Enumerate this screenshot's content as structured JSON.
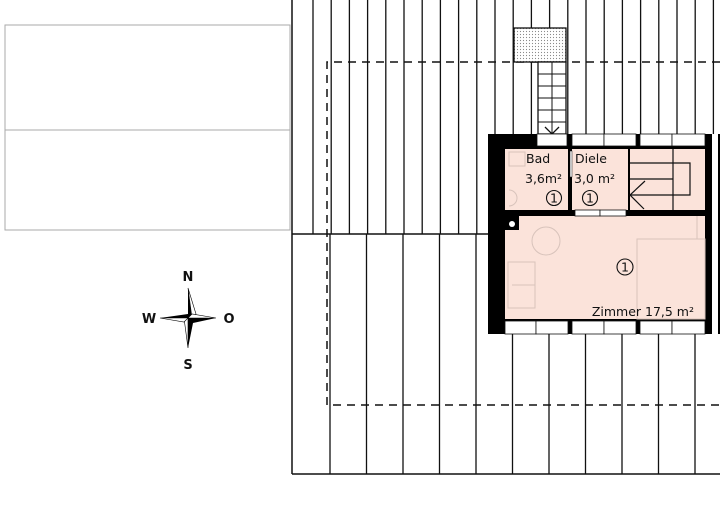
{
  "colors": {
    "room_fill": "#fbe3da",
    "wall": "#000000",
    "furniture": "#d8c3bb",
    "context_box": "#aaaaaa"
  },
  "compass": {
    "north": "N",
    "south": "S",
    "west": "W",
    "east": "O"
  },
  "rooms": [
    {
      "name": "Bad",
      "area": "3,6m²",
      "number": "1"
    },
    {
      "name": "Diele",
      "area": "3,0 m²",
      "number": "1"
    },
    {
      "name": "Zimmer",
      "area": "Zimmer 17,5 m²",
      "number": "1"
    }
  ]
}
